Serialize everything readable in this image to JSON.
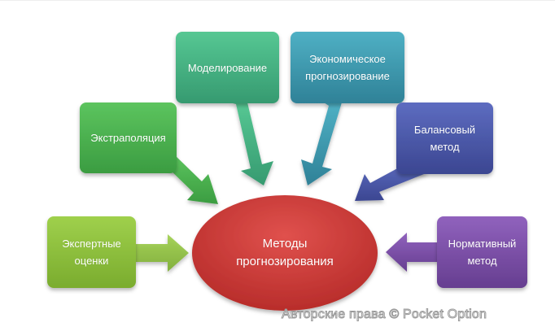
{
  "diagram": {
    "center": {
      "label": "Методы\nпрогнозирования",
      "color": "#d9403d"
    },
    "nodes": [
      {
        "id": "ekspertnye-otsenki",
        "label": "Экспертные\nоценки",
        "color": "#8fbf3e"
      },
      {
        "id": "ekstrapolyatsiya",
        "label": "Экстраполяция",
        "color": "#4caf50"
      },
      {
        "id": "modelirovanie",
        "label": "Моделирование",
        "color": "#3fae82"
      },
      {
        "id": "ekonomicheskoe-prognozirovanie",
        "label": "Экономическое\nпрогнозирование",
        "color": "#3a97ad"
      },
      {
        "id": "balansovyi-metod",
        "label": "Балансовый\nметод",
        "color": "#4a58a8"
      },
      {
        "id": "normativnyi-metod",
        "label": "Нормативный\nметод",
        "color": "#7a4fa6"
      }
    ]
  },
  "watermark": "Авторские права © Pocket Option"
}
